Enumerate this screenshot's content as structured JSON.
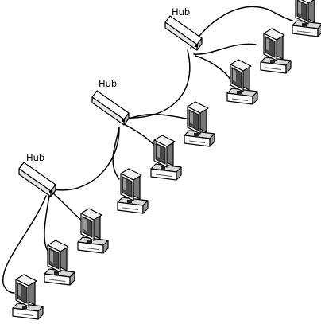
{
  "diagram": {
    "hubs": [
      {
        "label": "Hub",
        "name": "hub-top"
      },
      {
        "label": "Hub",
        "name": "hub-middle"
      },
      {
        "label": "Hub",
        "name": "hub-bottom"
      }
    ],
    "computers_per_hub": 3
  }
}
